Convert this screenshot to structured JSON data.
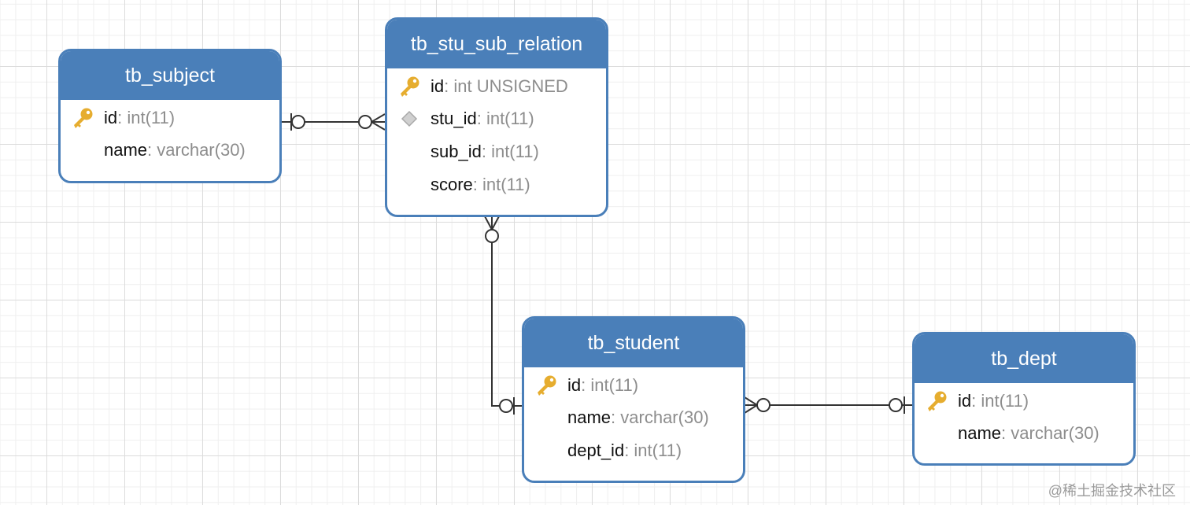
{
  "entities": {
    "subject": {
      "title": "tb_subject",
      "columns": [
        {
          "name": "id",
          "type": ": int(11)",
          "icon": "key-icon"
        },
        {
          "name": "name",
          "type": ": varchar(30)",
          "icon": ""
        }
      ]
    },
    "relation": {
      "title": "tb_stu_sub_relation",
      "columns": [
        {
          "name": "id",
          "type": ": int UNSIGNED",
          "icon": "key-icon"
        },
        {
          "name": "stu_id",
          "type": ": int(11)",
          "icon": "diamond-icon"
        },
        {
          "name": "sub_id",
          "type": ": int(11)",
          "icon": ""
        },
        {
          "name": "score",
          "type": ": int(11)",
          "icon": ""
        }
      ]
    },
    "student": {
      "title": "tb_student",
      "columns": [
        {
          "name": "id",
          "type": ": int(11)",
          "icon": "key-icon"
        },
        {
          "name": "name",
          "type": ": varchar(30)",
          "icon": ""
        },
        {
          "name": "dept_id",
          "type": ": int(11)",
          "icon": ""
        }
      ]
    },
    "dept": {
      "title": "tb_dept",
      "columns": [
        {
          "name": "id",
          "type": ": int(11)",
          "icon": "key-icon"
        },
        {
          "name": "name",
          "type": ": varchar(30)",
          "icon": ""
        }
      ]
    }
  },
  "relations": [
    {
      "from": "tb_subject",
      "to": "tb_stu_sub_relation",
      "from_end": "one-or-zero",
      "to_end": "zero-or-many"
    },
    {
      "from": "tb_stu_sub_relation",
      "to": "tb_student",
      "from_end": "zero-or-many",
      "to_end": "one-or-zero"
    },
    {
      "from": "tb_student",
      "to": "tb_dept",
      "from_end": "zero-or-many",
      "to_end": "one-or-zero"
    }
  ],
  "colors": {
    "header": "#4a7fb9",
    "key": "#e6ad2f",
    "connector": "#333333",
    "type_text": "#8d8d8d"
  },
  "watermark": "@稀土掘金技术社区"
}
